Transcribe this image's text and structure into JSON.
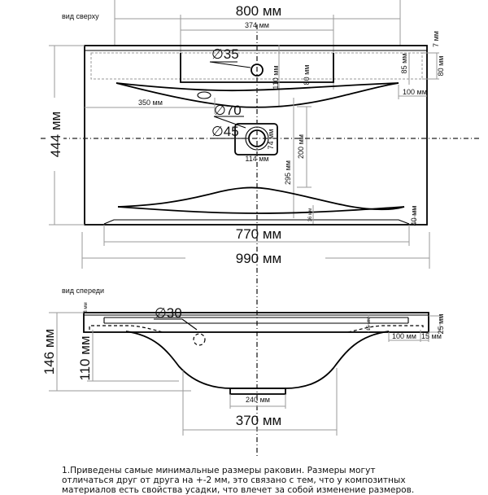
{
  "views": {
    "top_view_title": "вид сверху",
    "front_view_title": "вид спереди"
  },
  "top_view": {
    "width_total": "800 мм",
    "width_faucet_deck": "374 мм",
    "depth_total": "444 мм",
    "faucet_hole_diameter": "∅35",
    "drain_outer_diameter": "∅70",
    "drain_inner_diameter": "∅45",
    "faucet_hole_offset": "110 мм",
    "deck_depth": "80 мм",
    "side_recess_depth": "85 мм",
    "side_recess_depth_right": "80 мм",
    "rim_thickness": "7 мм",
    "side_offset_right": "100 мм",
    "bowl_half_width": "350 мм",
    "drain_box_width": "114 мм",
    "drain_box_height": "74 мм",
    "drain_to_front": "295 мм",
    "drain_to_bowl_front": "200 мм",
    "front_lip": "36 мм",
    "front_edge_right": "40 мм",
    "width_bottom_edge": "770 мм",
    "width_overall": "990 мм"
  },
  "front_view": {
    "overflow_diameter": "∅30",
    "top_thickness": "8 мм",
    "height_total": "146 мм",
    "height_to_bowl": "110 мм",
    "rim_height_right": "15 мм",
    "rim_total_right": "25 мм",
    "side_offset": "100 мм",
    "edge_offset": "15 мм",
    "drain_base_width": "240 мм",
    "bowl_width": "370 мм"
  },
  "note": {
    "line1": "1.Приведены самые минимальные размеры раковин. Размеры могут",
    "line2": "отличаться друг от друга на +-2 мм, это связано с тем, что у композитных",
    "line3": "материалов есть свойства усадки, что влечет за собой изменение размеров."
  }
}
